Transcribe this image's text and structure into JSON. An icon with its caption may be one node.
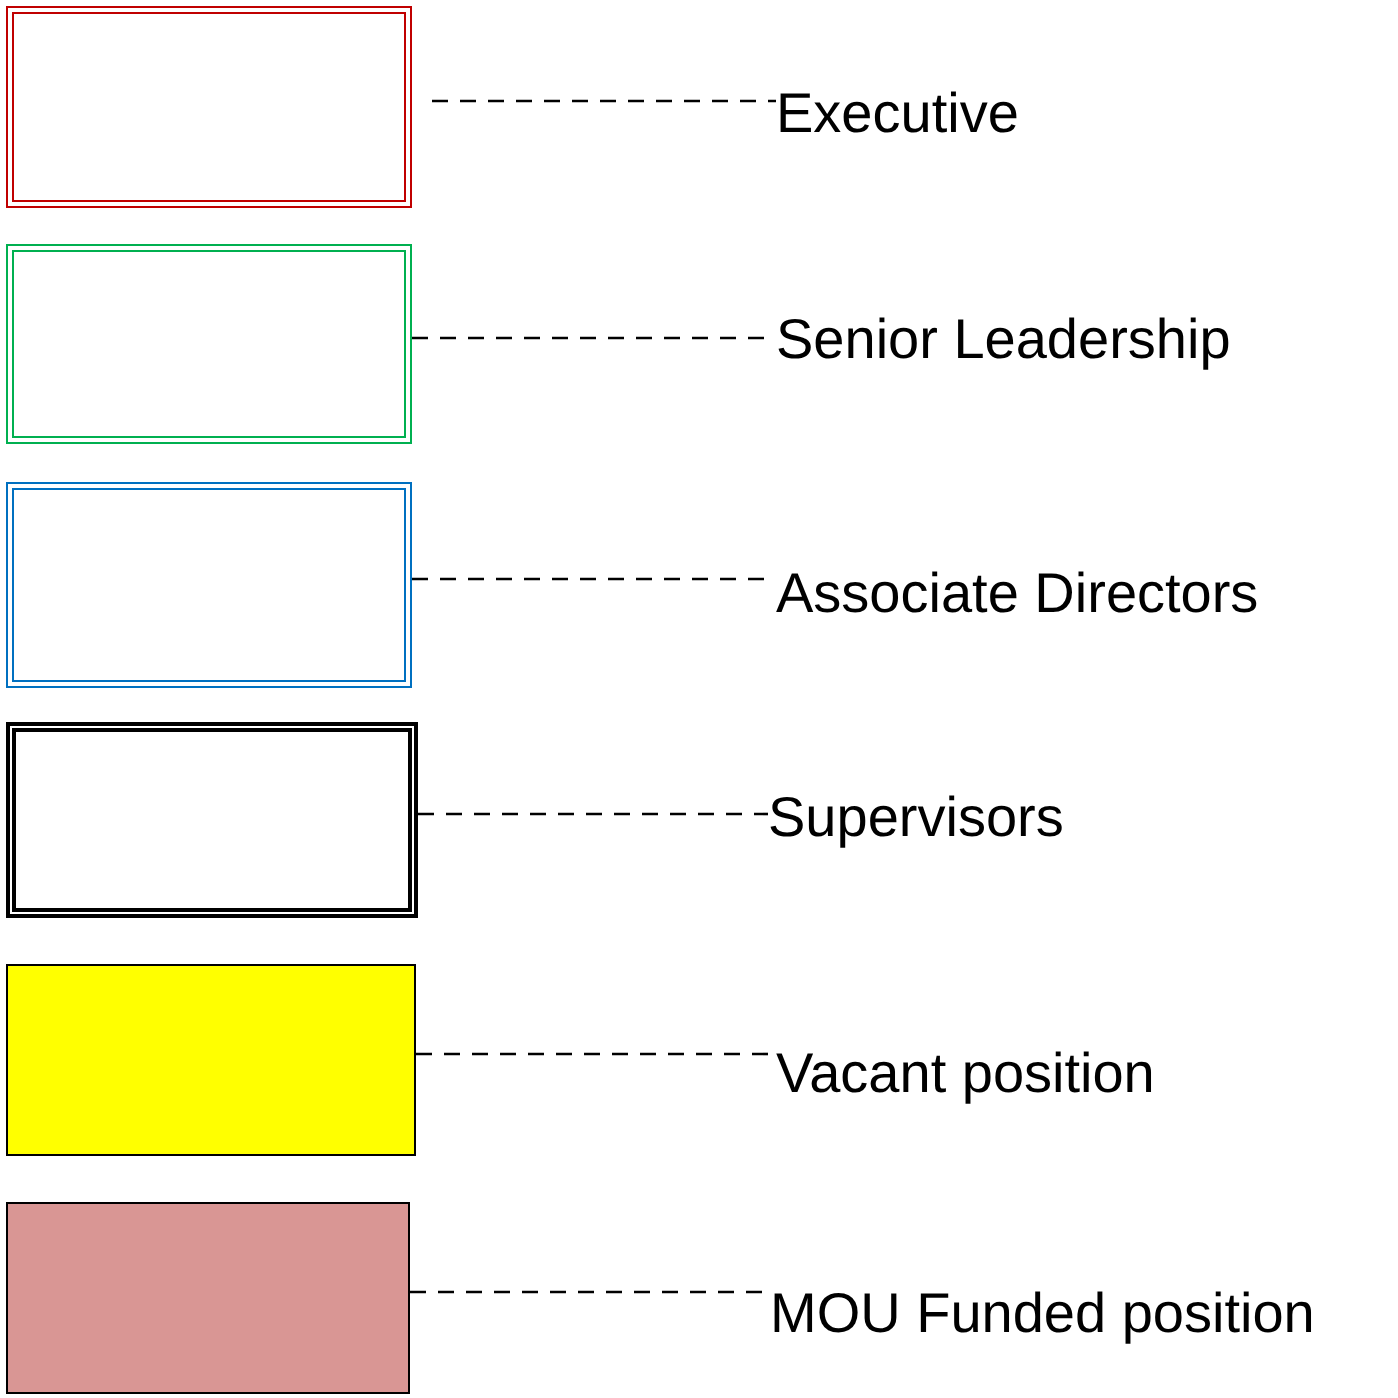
{
  "diagram": {
    "nodes": [
      {
        "text": [],
        "shape": "box"
      },
      {
        "text": [
          "Executive"
        ]
      },
      {
        "text": [],
        "shape": "box"
      },
      {
        "text": [
          "Senior Leadership"
        ]
      },
      {
        "text": [],
        "shape": "box"
      },
      {
        "text": [
          "Associate Directors"
        ]
      },
      {
        "text": [],
        "shape": "box"
      },
      {
        "text": [
          "Supervisors"
        ]
      },
      {
        "text": [],
        "shape": "box"
      },
      {
        "text": [
          "Vacant position"
        ]
      },
      {
        "text": [],
        "shape": "box"
      },
      {
        "text": [
          "MOU Funded position"
        ]
      }
    ],
    "edges": [
      {
        "from": 0,
        "to": 1,
        "arrow": "none",
        "style": "dashed"
      },
      {
        "from": 2,
        "to": 3,
        "arrow": "none",
        "style": "dashed"
      },
      {
        "from": 4,
        "to": 5,
        "arrow": "none",
        "style": "dashed"
      },
      {
        "from": 6,
        "to": 7,
        "arrow": "none",
        "style": "dashed"
      },
      {
        "from": 8,
        "to": 9,
        "arrow": "none",
        "style": "dashed"
      },
      {
        "from": 10,
        "to": 11,
        "arrow": "none",
        "style": "dashed"
      }
    ]
  }
}
